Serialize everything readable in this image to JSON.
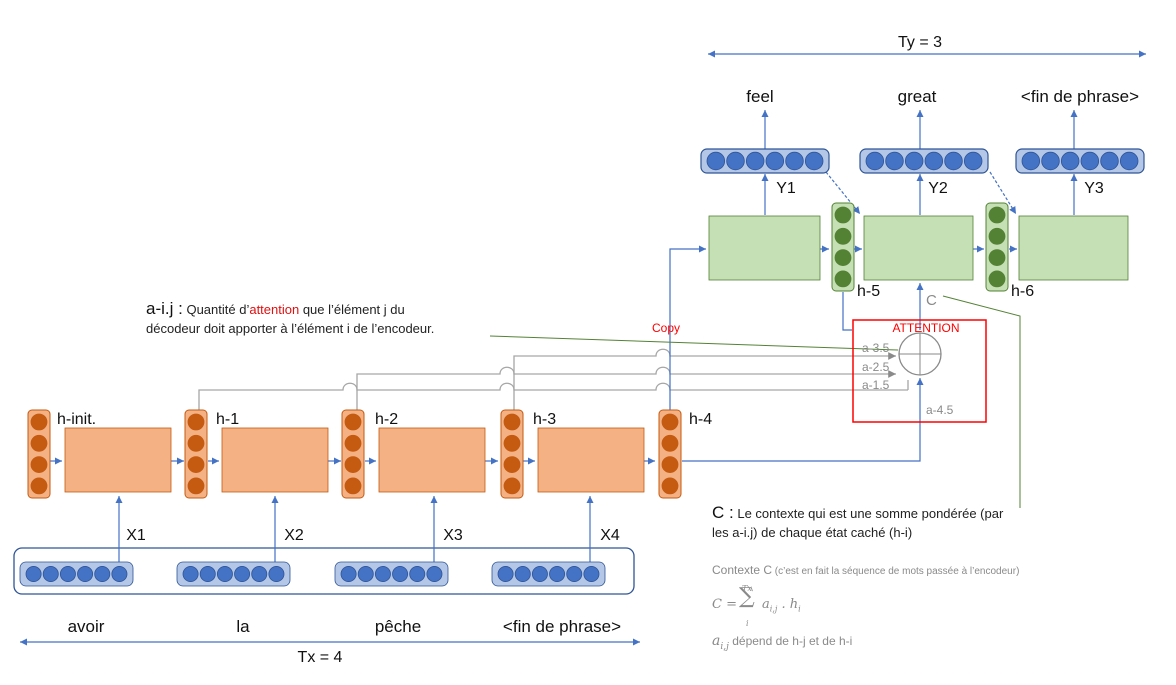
{
  "encoder": {
    "words": [
      "avoir",
      "la",
      "pêche",
      "<fin de phrase>"
    ],
    "inputs": [
      "X1",
      "X2",
      "X3",
      "X4"
    ],
    "states": [
      "h-init.",
      "h-1",
      "h-2",
      "h-3",
      "h-4"
    ],
    "length_label": "Tx = 4"
  },
  "decoder": {
    "words": [
      "feel",
      "great",
      "<fin de phrase>"
    ],
    "outputs": [
      "Y1",
      "Y2",
      "Y3"
    ],
    "states": [
      "h-5",
      "h-6"
    ],
    "length_label": "Ty = 3"
  },
  "attention": {
    "title": "ATTENTION",
    "weights": [
      "a-3.5",
      "a-2.5",
      "a-1.5",
      "a-4.5"
    ],
    "copy_label": "Copy",
    "context_symbol": "C"
  },
  "annotations": {
    "aij": {
      "term": "a-i.j :",
      "text1": " Quantité d’",
      "highlight": "attention",
      "text2": " que l’élément j du",
      "line2": "décodeur doit apporter à l’élément i de l’encodeur."
    },
    "context": {
      "term": "C :",
      "line1": " Le contexte qui est une somme pondérée (par",
      "line2": "les a-i.j) de chaque état caché (h-i)"
    },
    "formula": {
      "heading": "Contexte C",
      "heading_note": " (c’est en fait la séquence de mots passée à l’encodeur)",
      "lhs": "C =",
      "sum_top": "Tx",
      "sum_bottom": "i",
      "term": "a",
      "term_sub": "i,j",
      "dot": " . ",
      "h": "h",
      "h_sub": "i",
      "dep_symbol": "a",
      "dep_sub": "i,j",
      "dep_text": " dépend de h-j et de h-i"
    }
  },
  "colors": {
    "orange_fill": "#f4b183",
    "orange_border": "#c55a11",
    "orange_dot": "#c55a11",
    "green_fill": "#c5e0b4",
    "green_border": "#548235",
    "green_dot": "#548235",
    "blue_dot": "#4472c4",
    "blue_border": "#2f5597",
    "capsule_fill": "#b4c7e7",
    "arrow": "#4472c4",
    "attention_box": "#ff0000",
    "gray": "#a6a6a6"
  }
}
